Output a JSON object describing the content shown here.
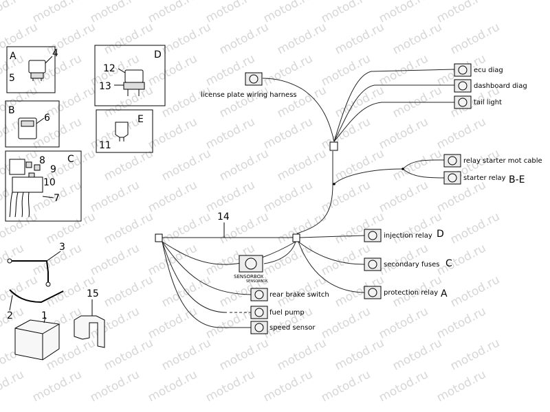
{
  "watermark": "motod.ru",
  "main_harness_label": "14",
  "connectors": {
    "license_plate": "license plate wiring harness",
    "ecu_diag": "ecu diag",
    "dashboard_diag": "dashboard diag",
    "tail_light": "tail light",
    "relay_starter_mot_cable": "relay starter mot cable",
    "starter_relay": "starter relay",
    "starter_relay_ref": "B-E",
    "injection_relay": "injection relay",
    "injection_relay_ref": "D",
    "secondary_fuses": "secondary fuses",
    "secondary_fuses_ref": "C",
    "protection_relay": "protection relay",
    "protection_relay_ref": "A",
    "rear_brake_switch": "rear brake switch",
    "fuel_pump": "fuel pump",
    "speed_sensor": "speed sensor",
    "sensorbox": "SENSORBOX",
    "sensorbox_small": "SENSORBOX"
  },
  "parts": {
    "box_a": {
      "letter": "A",
      "nums": [
        "4",
        "5"
      ]
    },
    "box_b": {
      "letter": "B",
      "nums": [
        "6"
      ]
    },
    "box_c": {
      "letter": "C",
      "nums": [
        "8",
        "9",
        "10",
        "7"
      ]
    },
    "box_d": {
      "letter": "D",
      "nums": [
        "12",
        "13"
      ]
    },
    "box_e": {
      "letter": "E",
      "nums": [
        "11"
      ]
    },
    "loose": {
      "n3": "3",
      "n2": "2",
      "n1": "1",
      "n15": "15"
    }
  }
}
